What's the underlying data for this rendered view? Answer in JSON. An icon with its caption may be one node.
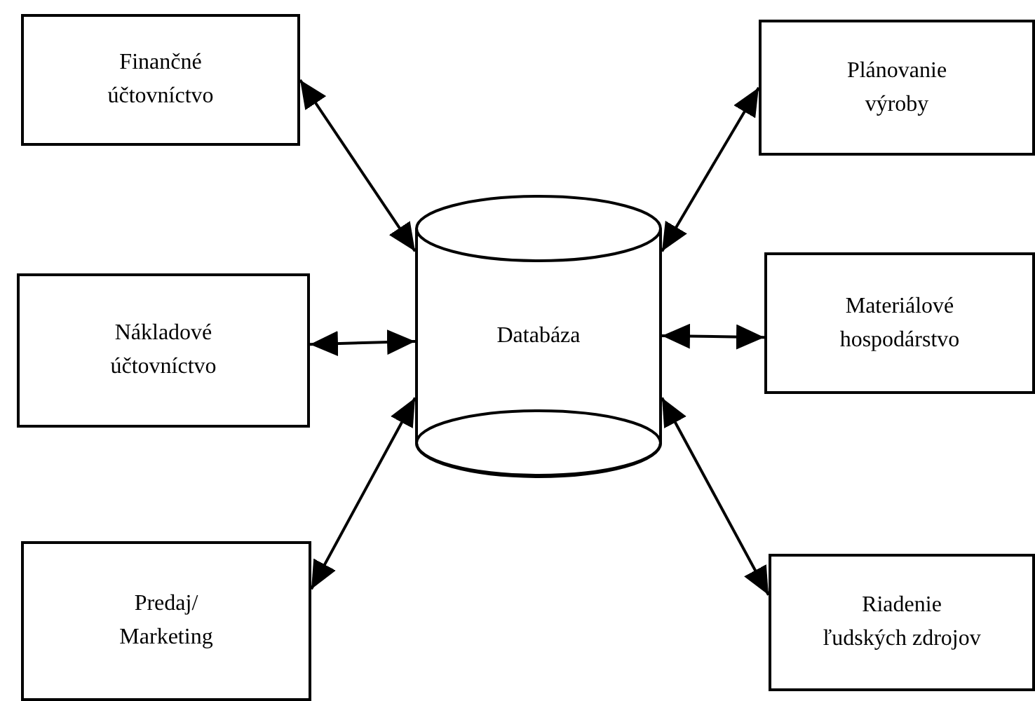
{
  "diagram": {
    "nodes": [
      {
        "text": [
          "Finančné účtovníctvo"
        ]
      },
      {
        "text": [
          "Plánovanie výroby"
        ]
      },
      {
        "text": [
          "Databáza"
        ]
      },
      {
        "text": [
          "Nákladové účtovníctvo"
        ]
      },
      {
        "text": [
          "Materiálové hospodárstvo"
        ]
      },
      {
        "text": [
          "Predaj/ Marketing"
        ]
      },
      {
        "text": [
          "Riadenie ľudských zdrojov"
        ]
      }
    ],
    "edges": [
      {
        "from": 0,
        "to": 2,
        "arrow": "both"
      },
      {
        "from": 1,
        "to": 2,
        "arrow": "both"
      },
      {
        "from": 3,
        "to": 2,
        "arrow": "both"
      },
      {
        "from": 4,
        "to": 2,
        "arrow": "both"
      },
      {
        "from": 5,
        "to": 2,
        "arrow": "both"
      },
      {
        "from": 6,
        "to": 2,
        "arrow": "both"
      }
    ]
  }
}
